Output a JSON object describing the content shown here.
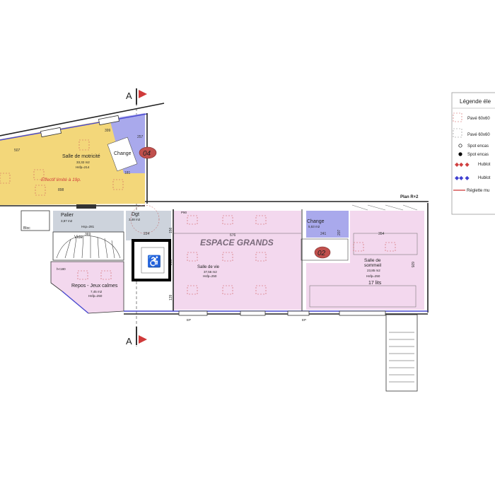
{
  "section_markers": {
    "top": "A",
    "bottom": "A"
  },
  "plan_label": "Plan R+2",
  "rooms": {
    "motricite": {
      "name": "Salle de motricité",
      "area": "33,32 m2",
      "height": "Hsfp=214",
      "note": "Effectif limité à 19p.",
      "dims": [
        "507",
        "399",
        "898",
        "257",
        "181"
      ]
    },
    "change04": {
      "name": "Change",
      "tag": "04"
    },
    "palier": {
      "name": "Palier",
      "area": "3,87 m2",
      "height": "Hsp=281"
    },
    "vide": {
      "name": "Vide",
      "dim": "369"
    },
    "dgt": {
      "name": "Dgt",
      "area": "3,48 m2",
      "dims": [
        "224",
        "156",
        "216",
        "139"
      ]
    },
    "bloc": {
      "name": "Bloc"
    },
    "repos": {
      "name": "Repos - Jeux calmes",
      "area": "7,45 m2",
      "height": "Hsfp=250",
      "note": "h<180"
    },
    "espace": {
      "title": "ESPACE GRANDS",
      "dim": "676",
      "door": "P90"
    },
    "vie": {
      "name": "Salle de vie",
      "area": "37,56 m2",
      "height": "Hsfp=250"
    },
    "change02": {
      "name": "Change",
      "area": "5,53 m2",
      "tag": "02",
      "dims": [
        "241",
        "207"
      ]
    },
    "sommeil": {
      "name1": "Salle de",
      "name2": "sommeil",
      "area": "23,85 m2",
      "height": "Hsfp=250",
      "beds": "17 lits",
      "dims": [
        "354",
        "605"
      ]
    }
  },
  "ep_labels": [
    "EP",
    "EP"
  ],
  "legend": {
    "title": "Légende éle",
    "items": [
      {
        "icon": "pave-red-dashed",
        "label": "Pavé 60x60"
      },
      {
        "icon": "pave-gray-dashed",
        "label": "Pavé 60x60"
      },
      {
        "icon": "spot-open-circle",
        "label": "Spot encas"
      },
      {
        "icon": "spot-filled-circle",
        "label": "Spot encas"
      },
      {
        "icon": "hublot-red",
        "label": "Hublot"
      },
      {
        "icon": "hublot-blue",
        "label": "Hublot"
      },
      {
        "icon": "reglette-red-line",
        "label": "Réglette mu"
      }
    ]
  },
  "colors": {
    "yellow_room": "#f3d77a",
    "pink_room": "#f3d8ee",
    "blue_room": "#a9a9ec",
    "gray_room": "#cdd3dc",
    "tag_fill": "#c0504d",
    "marker_red": "#d03a3a"
  }
}
